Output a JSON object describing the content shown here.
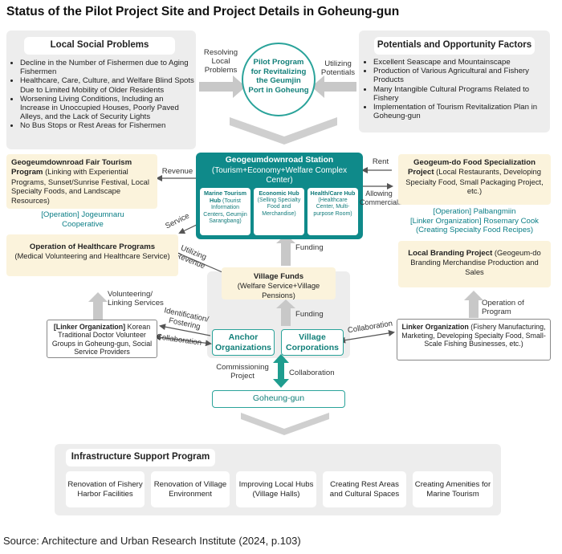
{
  "title": "Status of the Pilot Project Site and Project Details in Goheung-gun",
  "source": "Source: Architecture and Urban Research Institute (2024, p.103)",
  "local_social_problems": {
    "title": "Local Social Problems",
    "items": [
      "Decline in the Number of Fishermen due to Aging Fishermen",
      "Healthcare, Care, Culture, and Welfare Blind Spots Due to Limited Mobility of Older Residents",
      "Worsening Living Conditions, Including an Increase in Unoccupied Houses, Poorly Paved Alleys, and the Lack of Security Lights",
      "No Bus Stops or Rest Areas for Fishermen"
    ]
  },
  "pilot_program": "Pilot Program for Revitalizing the Geumjin Port in Goheung",
  "resolving_label": "Resolving Local Problems",
  "utilizing_potentials_label": "Utilizing Potentials",
  "potentials": {
    "title": "Potentials and Opportunity Factors",
    "items": [
      "Excellent Seascape and Mountainscape",
      "Production of Various Agricultural and Fishery Products",
      "Many Intangible Cultural Programs Related to Fishery",
      "Implementation of Tourism Revitalization Plan in Goheung-gun"
    ]
  },
  "fair_tourism": {
    "title": "Geogeumdownroad Fair Tourism Program",
    "desc": "(Linking with Experiential Programs, Sunset/Sunrise Festival, Local Specialty Foods, and Landscape Resources)",
    "operation": "[Operation] Jogeumnaru Cooperative"
  },
  "revenue_label": "Revenue",
  "station": {
    "title": "Geogeumdownroad Station",
    "subtitle": "(Tourism+Economy+Welfare Complex Center)",
    "hubs": [
      {
        "name": "Marine Tourism Hub",
        "desc": "(Tourist Information Centers, Geumjin Sarangbang)"
      },
      {
        "name": "Economic Hub",
        "desc": "(Selling Specialty Food and Merchandise)"
      },
      {
        "name": "Health/Care Hub",
        "desc": "(Healthcare Center, Multi-purpose Room)"
      }
    ]
  },
  "rent_label": "Rent",
  "allowing_label": "Allowing Commercialization",
  "food_specialization": {
    "title": "Geogeum-do Food Specialization Project",
    "desc": "(Local Restaurants, Developing Specialty Food, Small Packaging Project, etc.)",
    "operation": "[Operation] Palbangmiin",
    "linker": "[Linker Organization] Rosemary Cook (Creating Specialty Food Recipes)"
  },
  "service_label": "Service",
  "utilizing_revenue_label": "Utilizing Revenue",
  "funding_label_1": "Funding",
  "healthcare": {
    "title": "Operation of Healthcare Programs",
    "desc": "(Medical Volunteering and Healthcare Service)"
  },
  "village_funds": {
    "title": "Village Funds",
    "desc": "(Welfare Service+Village Pensions)"
  },
  "local_branding": {
    "title": "Local Branding Project",
    "desc": "(Geogeum-do Branding Merchandise Production and Sales"
  },
  "volunteering_label": "Volunteering/ Linking Services",
  "identification_label": "Identification/ Fostering",
  "funding_label_2": "Funding",
  "operation_of_program_label": "Operation of Program",
  "korean_linker": {
    "title": "[Linker Organization]",
    "desc": "Korean Traditional Doctor Volunteer Groups in Goheung-gun, Social Service Providers"
  },
  "collaboration_left": "Collaboration",
  "anchor_orgs": "Anchor Organizations",
  "village_corps": "Village Corporations",
  "collaboration_right": "Collaboration",
  "fishery_linker": {
    "title": "Linker Organization",
    "desc": "(Fishery Manufacturing, Marketing, Developing Specialty Food, Small-Scale Fishing Businesses, etc.)"
  },
  "commissioning_label": "Commissioning Project",
  "collaboration_bottom": "Collaboration",
  "goheung_gun": "Goheung-gun",
  "infrastructure": {
    "title": "Infrastructure Support Program",
    "items": [
      "Renovation of Fishery Harbor Facilities",
      "Renovation of Village Environment",
      "Improving Local Hubs (Village Halls)",
      "Creating Rest Areas and Cultural Spaces",
      "Creating Amenities for Marine Tourism"
    ]
  },
  "colors": {
    "teal": "#0f8a8a",
    "teal_border": "#2aa39a",
    "yellow_fill": "#fbf3dc",
    "gray_fill": "#ededed",
    "arrow_gray": "#c8c8c8"
  }
}
